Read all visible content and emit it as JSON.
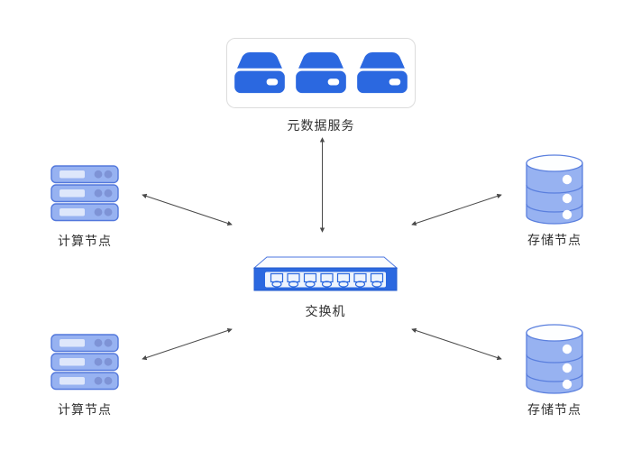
{
  "diagram": {
    "title": "",
    "nodes": {
      "metadata_service": {
        "label": "元数据服务",
        "icon": "disk-icon",
        "disk_count": 3
      },
      "compute_node_top": {
        "label": "计算节点",
        "icon": "server-rack-icon",
        "unit_count": 3
      },
      "compute_node_bottom": {
        "label": "计算节点",
        "icon": "server-rack-icon",
        "unit_count": 3
      },
      "storage_node_top": {
        "label": "存储节点",
        "icon": "database-cylinder-icon",
        "segment_count": 3
      },
      "storage_node_bottom": {
        "label": "存储节点",
        "icon": "database-cylinder-icon",
        "segment_count": 3
      },
      "switch": {
        "label": "交换机",
        "icon": "network-switch-icon",
        "port_count": 7
      }
    },
    "edges": [
      {
        "from": "metadata_service",
        "to": "switch",
        "bidirectional": true
      },
      {
        "from": "compute_node_top",
        "to": "switch",
        "bidirectional": true
      },
      {
        "from": "storage_node_top",
        "to": "switch",
        "bidirectional": true
      },
      {
        "from": "compute_node_bottom",
        "to": "switch",
        "bidirectional": true
      },
      {
        "from": "storage_node_bottom",
        "to": "switch",
        "bidirectional": true
      }
    ],
    "colors": {
      "primary_blue": "#2B68E0",
      "node_fill_light_blue": "#97B2F1",
      "node_border_blue": "#5378DC",
      "slot_fill": "#DEE7FB",
      "dot_fill": "#7E93D6",
      "switch_panel": "#EEF4FD",
      "box_border_gray": "#DCDCDC",
      "arrow_gray": "#4A4A4A",
      "label_text": "#303030",
      "background": "#FFFFFF"
    }
  }
}
